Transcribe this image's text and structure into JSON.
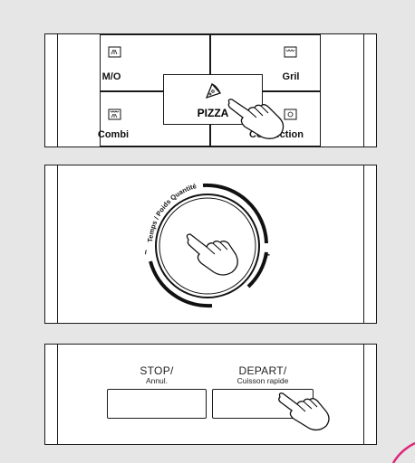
{
  "mode_panel": {
    "buttons": {
      "mo": "M/O",
      "gril": "Gril",
      "combi": "Combi",
      "convection": "Convection",
      "pizza": "PIZZA"
    }
  },
  "dial_panel": {
    "ring_label": "Temps / Poids Quantité",
    "minus": "–",
    "plus": "+"
  },
  "control_panel": {
    "stop_main": "STOP/",
    "stop_sub": "Annul.",
    "start_main": "DEPART/",
    "start_sub": "Cuisson  rapide"
  },
  "icons": [
    "microwave-icon",
    "grill-icon",
    "combi-icon",
    "convection-icon",
    "pizza-icon",
    "pointing-hand-icon"
  ],
  "colors": {
    "background": "#e6e6e6",
    "panel": "#ffffff",
    "line": "#1a1a1a",
    "accent": "#e0267a"
  }
}
